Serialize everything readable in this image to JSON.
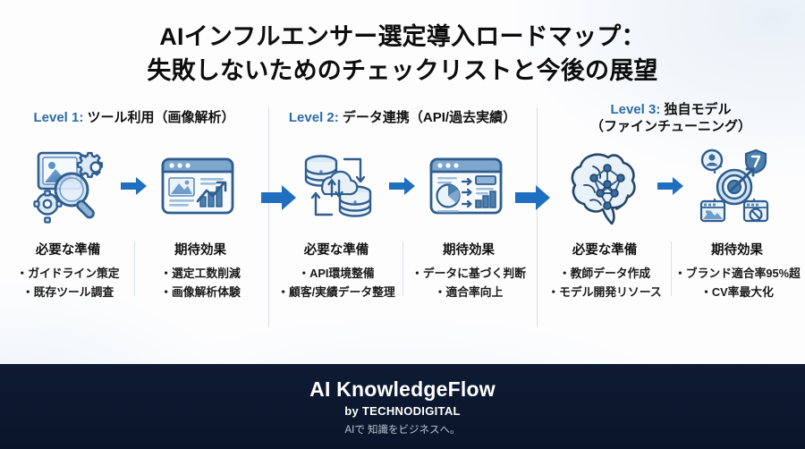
{
  "title": {
    "line1": "AIインフルエンサー選定導入ロードマップ：",
    "line2": "失敗しないためのチェックリストと今後の展望"
  },
  "colors": {
    "accent_blue": "#1f6fc0",
    "level_label_blue": "#2c6ca8",
    "footer_navy": "#0d1b33",
    "divider": "#d7dde4"
  },
  "levels": [
    {
      "level_label": "Level 1:",
      "level_title": "ツール利用（画像解析）",
      "level_title_line2": "",
      "icons": [
        {
          "name": "image-analysis-icon",
          "alt": "画像解析アイコン"
        },
        {
          "name": "dashboard-chart-icon",
          "alt": "ダッシュボードアイコン"
        }
      ],
      "columns": [
        {
          "heading": "必要な準備",
          "items": [
            "・ガイドライン策定",
            "・既存ツール調査"
          ]
        },
        {
          "heading": "期待効果",
          "items": [
            "・選定工数削減",
            "・画像解析体験"
          ]
        }
      ]
    },
    {
      "level_label": "Level 2:",
      "level_title": "データ連携（API/過去実績）",
      "level_title_line2": "",
      "icons": [
        {
          "name": "database-cloud-sync-icon",
          "alt": "データ連携アイコン"
        },
        {
          "name": "analytics-flow-icon",
          "alt": "分析フローアイコン"
        }
      ],
      "columns": [
        {
          "heading": "必要な準備",
          "items": [
            "・API環境整備",
            "・顧客/実績データ整理"
          ]
        },
        {
          "heading": "期待効果",
          "items": [
            "・データに基づく判断",
            "・適合率向上"
          ]
        }
      ]
    },
    {
      "level_label": "Level 3:",
      "level_title": "独自モデル",
      "level_title_line2": "（ファインチューニング）",
      "icons": [
        {
          "name": "brain-neural-network-icon",
          "alt": "ニューラルネットアイコン"
        },
        {
          "name": "target-precision-icon",
          "alt": "ターゲティングアイコン"
        }
      ],
      "columns": [
        {
          "heading": "必要な準備",
          "items": [
            "・教師データ作成",
            "・モデル開発リソース"
          ]
        },
        {
          "heading": "期待効果",
          "items": [
            "・ブランド適合率95%超",
            "・CV率最大化"
          ]
        }
      ]
    }
  ],
  "arrows": [
    {
      "name": "arrow-level1-level2"
    },
    {
      "name": "arrow-level2-level3"
    }
  ],
  "footer": {
    "brand": "AI KnowledgeFlow",
    "by": "by TECHNODIGITAL",
    "tagline": "AIで 知識をビジネスへ。"
  }
}
